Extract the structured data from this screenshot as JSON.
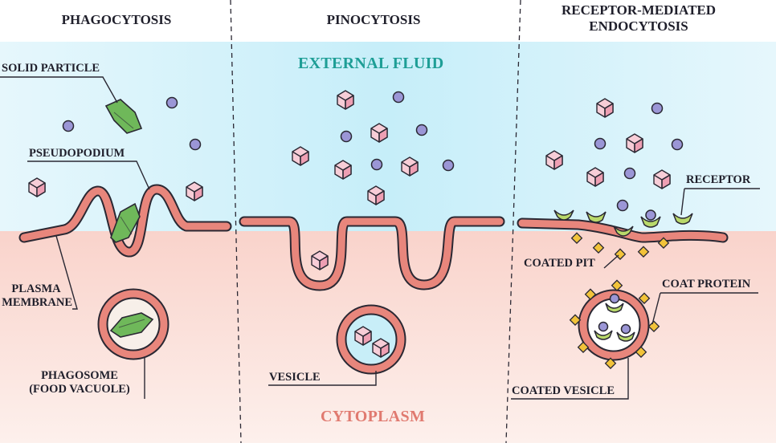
{
  "colors": {
    "external_fluid": "#c8eef8",
    "cytoplasm": "#f8d8d0",
    "membrane_fill": "#e8867c",
    "outline": "#2a2833",
    "particle_green": "#6fb85a",
    "molecule_purple": "#9b96d6",
    "cube_pink": "#f2b8c6",
    "receptor_green": "#b9d96a",
    "coat_yellow": "#f2c33a",
    "external_label": "#1e9e96",
    "cytoplasm_label": "#e07a70"
  },
  "headers": {
    "phagocytosis": "PHAGOCYTOSIS",
    "pinocytosis": "PINOCYTOSIS",
    "receptor_line1": "RECEPTOR-MEDIATED",
    "receptor_line2": "ENDOCYTOSIS"
  },
  "regions": {
    "external_fluid": "EXTERNAL FLUID",
    "cytoplasm": "CYTOPLASM"
  },
  "labels": {
    "solid_particle": "SOLID PARTICLE",
    "pseudopodium": "PSEUDOPODIUM",
    "plasma_membrane_line1": "PLASMA",
    "plasma_membrane_line2": "MEMBRANE",
    "phagosome_line1": "PHAGOSOME",
    "phagosome_line2": "(FOOD VACUOLE)",
    "vesicle": "VESICLE",
    "receptor": "RECEPTOR",
    "coated_pit": "COATED PIT",
    "coat_protein": "COAT PROTEIN",
    "coated_vesicle": "COATED VESICLE"
  }
}
